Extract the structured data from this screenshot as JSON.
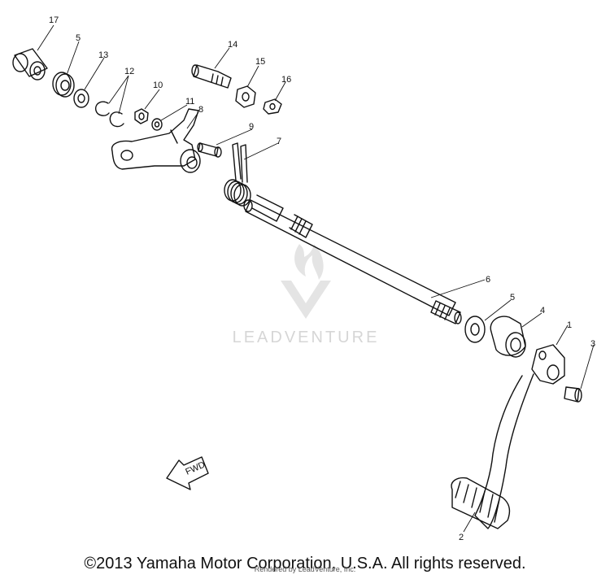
{
  "watermark": {
    "text": "LEADVENTURE"
  },
  "fwd_label": "FWD",
  "callouts": {
    "c17": "17",
    "c5a": "5",
    "c13": "13",
    "c12": "12",
    "c10": "10",
    "c11": "11",
    "c14": "14",
    "c15": "15",
    "c16": "16",
    "c8": "8",
    "c9": "9",
    "c7": "7",
    "c6": "6",
    "c5b": "5",
    "c4": "4",
    "c1": "1",
    "c3": "3",
    "c2": "2"
  },
  "footer": {
    "copyright": "©2013 Yamaha Motor Corporation, U.S.A. All rights reserved.",
    "rendered_by": "Rendered by LeadVenture, Inc."
  }
}
